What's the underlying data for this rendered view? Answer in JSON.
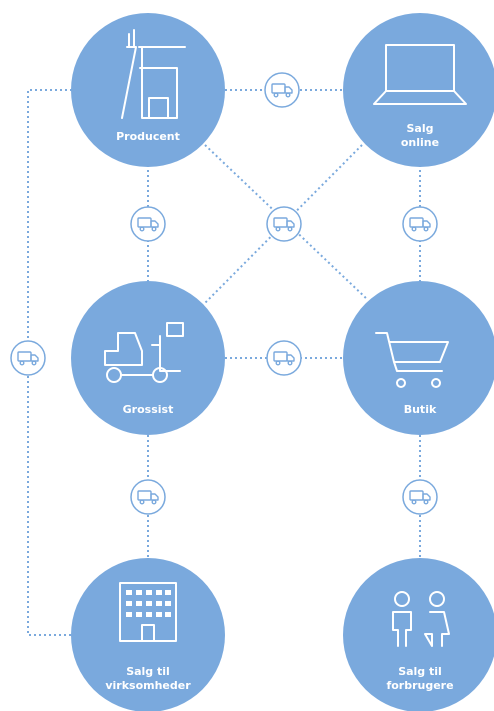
{
  "colors": {
    "node": "#7aa9dd",
    "line": "#7aa9dd",
    "background": "#ffffff"
  },
  "nodes": {
    "producent": {
      "label": "Producent",
      "icon": "factory-icon"
    },
    "salg_online": {
      "line1": "Salg",
      "line2": "online",
      "icon": "laptop-icon"
    },
    "grossist": {
      "label": "Grossist",
      "icon": "forklift-icon"
    },
    "butik": {
      "label": "Butik",
      "icon": "shopping-cart-icon"
    },
    "salg_virksomheder": {
      "line1": "Salg til",
      "line2": "virksomheder",
      "icon": "office-building-icon"
    },
    "salg_forbrugere": {
      "line1": "Salg til",
      "line2": "forbrugere",
      "icon": "people-icon"
    }
  },
  "connector_icon": "delivery-truck-icon"
}
